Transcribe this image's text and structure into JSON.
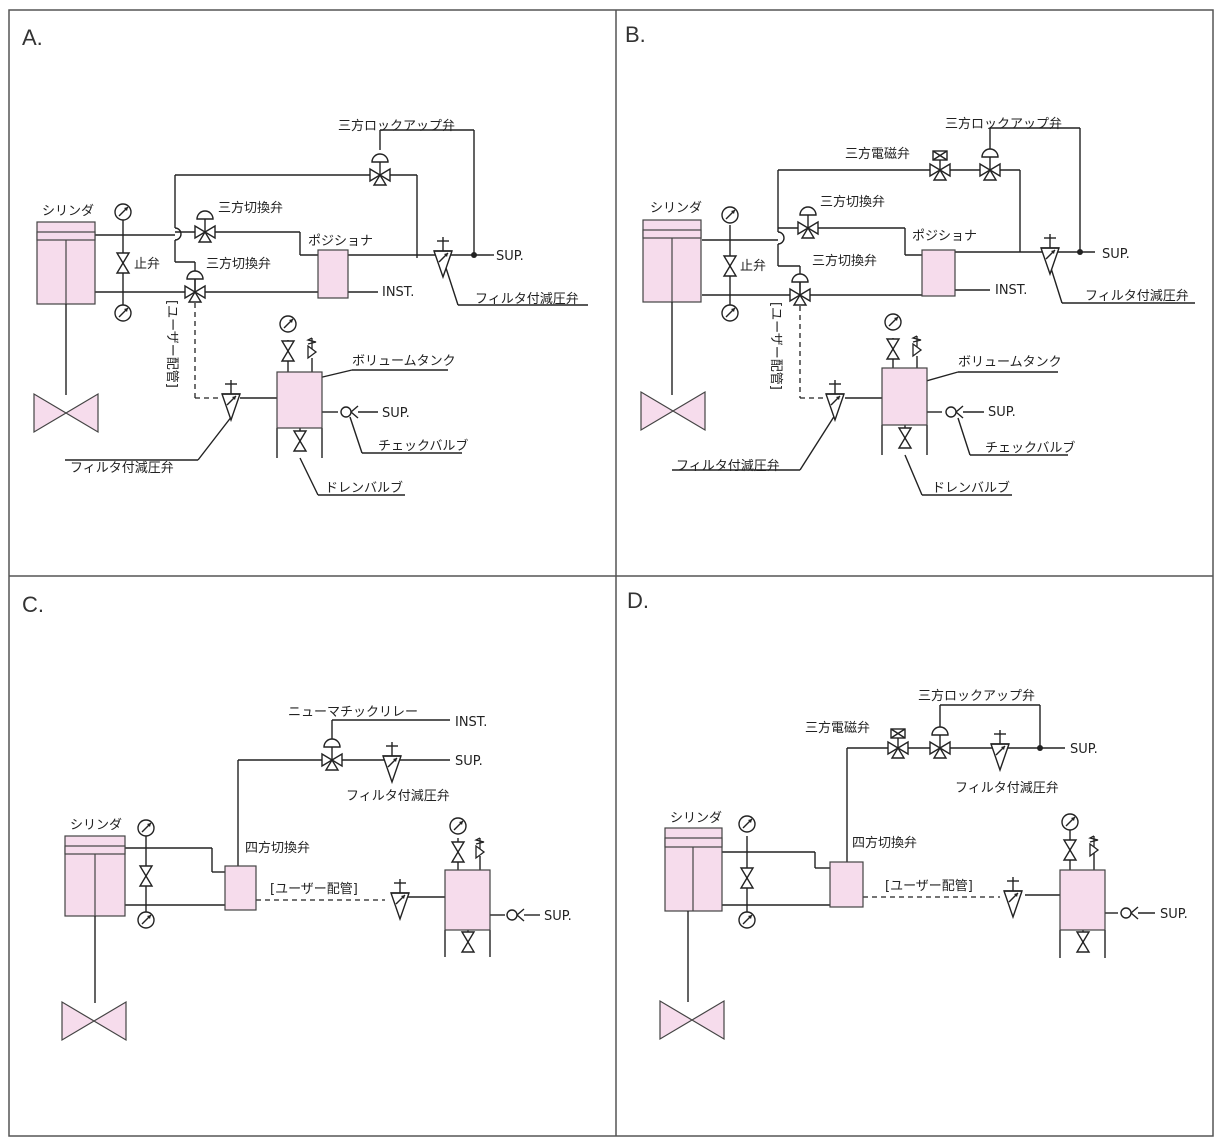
{
  "panels": {
    "a": {
      "letter": "A.",
      "cylinder": "シリンダ",
      "stop_valve": "止弁",
      "lockup_valve": "三方ロックアップ弁",
      "switch_valve_1": "三方切換弁",
      "switch_valve_2": "三方切換弁",
      "positioner": "ポジショナ",
      "sup": "SUP.",
      "inst": "INST.",
      "filter_regulator_main": "フィルタ付減圧弁",
      "user_piping": "[ユーザー配管]",
      "volume_tank": "ボリュームタンク",
      "tank_sup": "SUP.",
      "check_valve": "チェックバルブ",
      "filter_regulator_tank": "フィルタ付減圧弁",
      "drain_valve": "ドレンバルブ"
    },
    "b": {
      "letter": "B.",
      "cylinder": "シリンダ",
      "stop_valve": "止弁",
      "lockup_valve": "三方ロックアップ弁",
      "solenoid_valve": "三方電磁弁",
      "switch_valve_1": "三方切換弁",
      "switch_valve_2": "三方切換弁",
      "positioner": "ポジショナ",
      "sup": "SUP.",
      "inst": "INST.",
      "filter_regulator_main": "フィルタ付減圧弁",
      "user_piping": "[ユーザー配管]",
      "volume_tank": "ボリュームタンク",
      "tank_sup": "SUP.",
      "check_valve": "チェックバルブ",
      "filter_regulator_tank": "フィルタ付減圧弁",
      "drain_valve": "ドレンバルブ"
    },
    "c": {
      "letter": "C.",
      "cylinder": "シリンダ",
      "relay": "ニューマチックリレー",
      "inst": "INST.",
      "sup": "SUP.",
      "filter_regulator": "フィルタ付減圧弁",
      "four_way_valve": "四方切換弁",
      "user_piping": "[ユーザー配管]",
      "tank_sup": "SUP."
    },
    "d": {
      "letter": "D.",
      "cylinder": "シリンダ",
      "lockup_valve": "三方ロックアップ弁",
      "solenoid_valve": "三方電磁弁",
      "sup": "SUP.",
      "filter_regulator": "フィルタ付減圧弁",
      "four_way_valve": "四方切換弁",
      "user_piping": "[ユーザー配管]",
      "tank_sup": "SUP."
    }
  },
  "colors": {
    "line": "#222222",
    "fill": "#f6dcec",
    "border": "#555555"
  }
}
